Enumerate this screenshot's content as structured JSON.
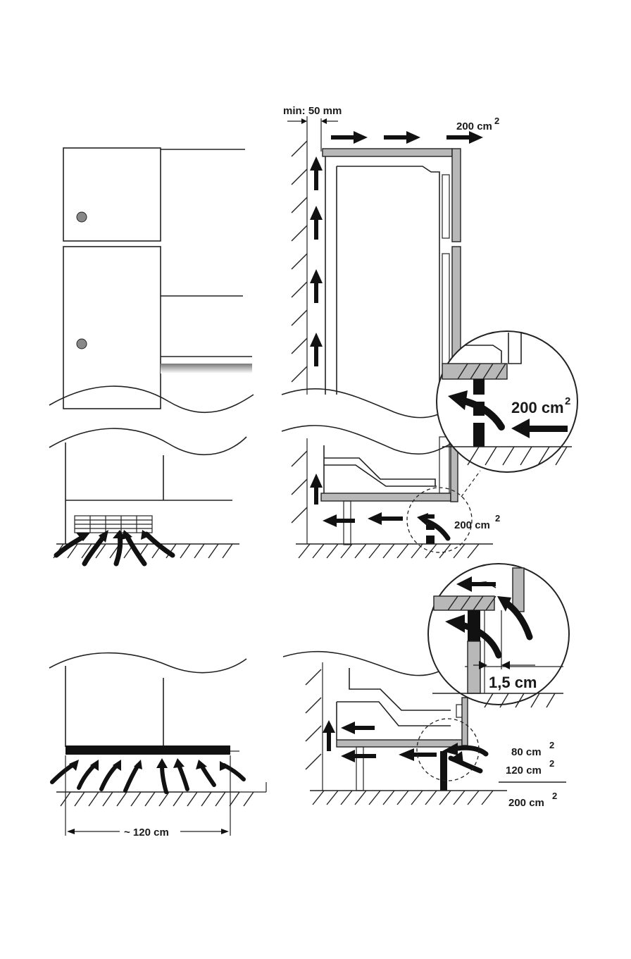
{
  "labels": {
    "min_gap": "min: 50 mm",
    "top_vent_area": "200 cm",
    "top_vent_exp": "2",
    "zoom_vent_area": "200 cm",
    "zoom_vent_exp": "2",
    "plinth_vent_area": "200 cm",
    "plinth_vent_exp": "2",
    "gap_width": "1,5 cm",
    "area_a": "80 cm",
    "area_a_exp": "2",
    "area_b": "120 cm",
    "area_b_exp": "2",
    "area_total": "200 cm",
    "area_total_exp": "2",
    "width_span": "~ 120 cm"
  },
  "colors": {
    "line": "#222222",
    "panel_grey": "#b8b8b8",
    "arrow": "#111111"
  }
}
